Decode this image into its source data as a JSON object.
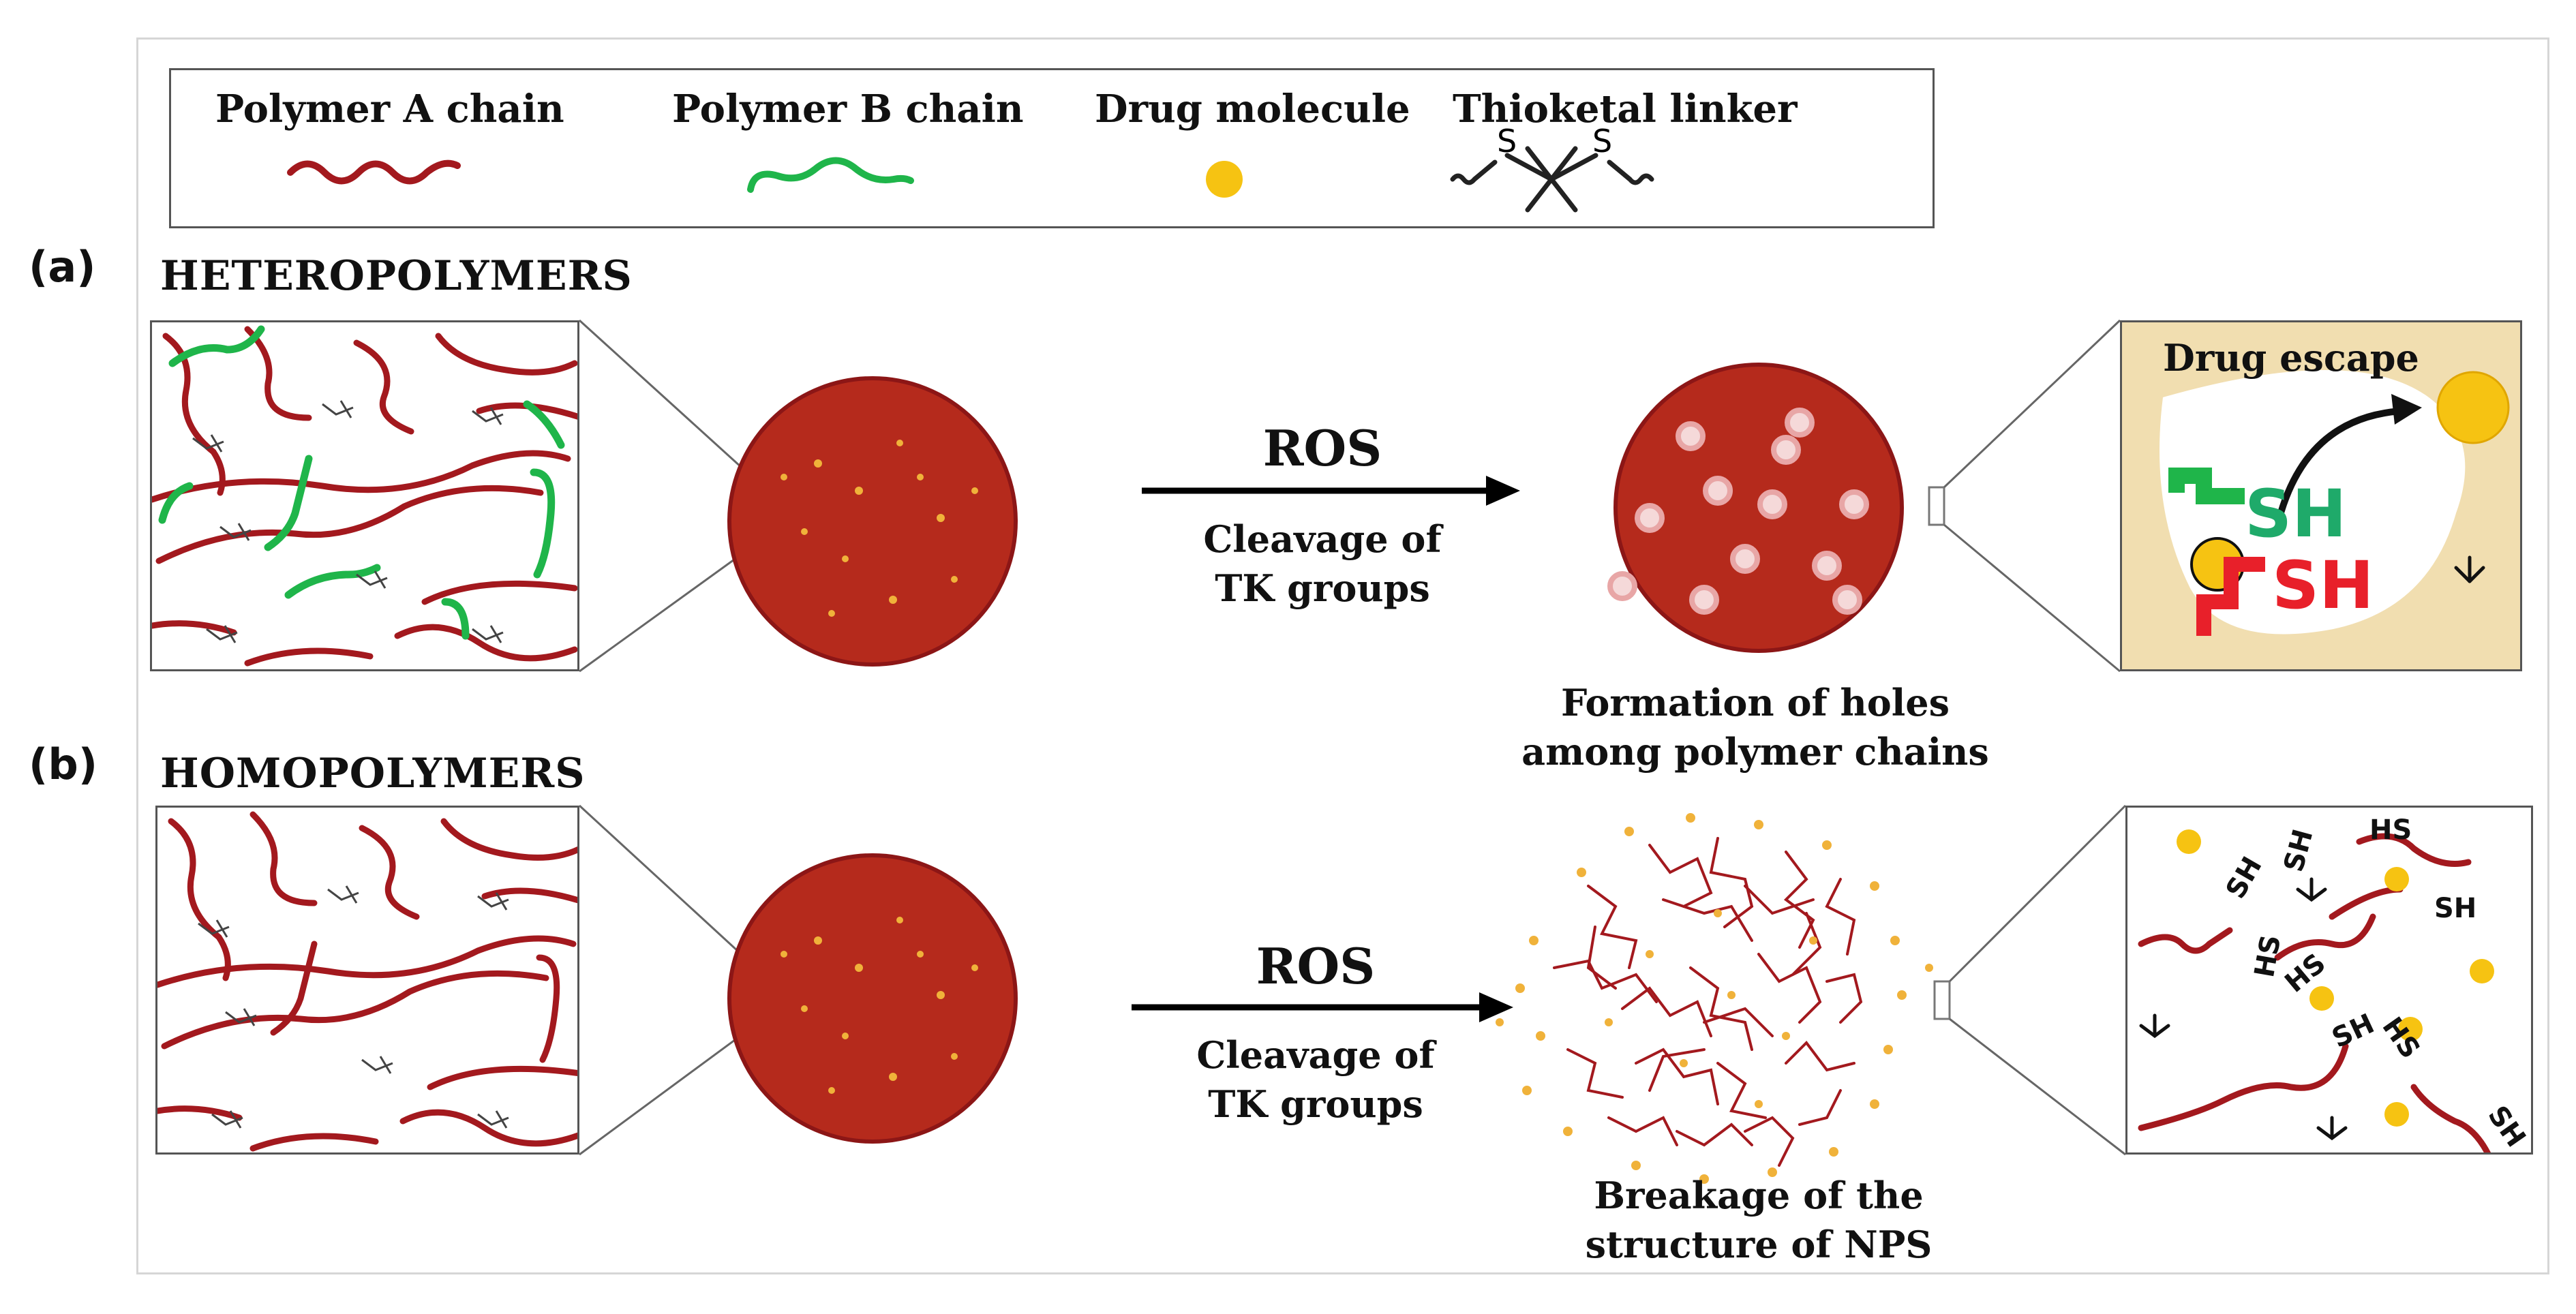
{
  "legend": {
    "polymer_a": "Polymer A chain",
    "polymer_b": "Polymer B chain",
    "drug": "Drug molecule",
    "thioketal": "Thioketal linker",
    "s1": "S",
    "s2": "S"
  },
  "section_a": {
    "tag": "(a)",
    "heading": "HETEROPOLYMERS",
    "arrow_label": "ROS",
    "cleavage_line1": "Cleavage of",
    "cleavage_line2": "TK groups",
    "caption_line1": "Formation of holes",
    "caption_line2": "among polymer chains",
    "inset_title": "Drug escape",
    "sh_green": "SH",
    "sh_red": "SH"
  },
  "section_b": {
    "tag": "(b)",
    "heading": "HOMOPOLYMERS",
    "arrow_label": "ROS",
    "cleavage_line1": "Cleavage of",
    "cleavage_line2": "TK groups",
    "caption_line1": "Breakage of the",
    "caption_line2": "structure of NPS",
    "sh_labels": [
      "SH",
      "SH",
      "HS",
      "SH",
      "HS",
      "HS",
      "SH",
      "HS",
      "SH"
    ]
  },
  "colors": {
    "polymer_a": "#a3191e",
    "polymer_b": "#1fb54a",
    "drug": "#f6c312",
    "sh_green": "#1faa6a",
    "sh_red": "#e8202a",
    "inset_bg": "#f1deb0"
  }
}
